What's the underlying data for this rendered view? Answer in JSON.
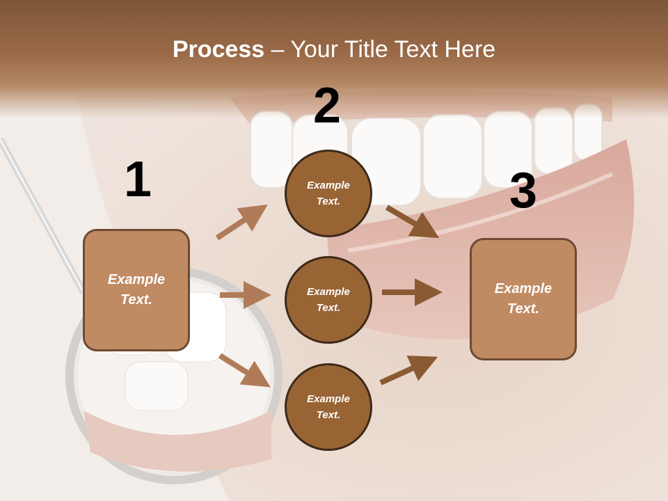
{
  "title": {
    "bold": "Process",
    "rest": " – Your Title Text Here"
  },
  "steps": [
    {
      "number": "1",
      "label": "Example\nText."
    },
    {
      "number": "2",
      "label": "Example\nText."
    },
    {
      "number": "3",
      "label": "Example\nText."
    }
  ],
  "middle_nodes": [
    {
      "label": "Example\nText."
    },
    {
      "label": "Example\nText."
    },
    {
      "label": "Example\nText."
    }
  ],
  "colors": {
    "header": "#9a6a48",
    "box_fill": "#c08a63",
    "circle_fill": "#996434",
    "arrow_light": "#b07b58",
    "arrow_dark": "#8a5a33"
  },
  "icons": [
    "dental-mirror-icon",
    "smile-photo"
  ]
}
